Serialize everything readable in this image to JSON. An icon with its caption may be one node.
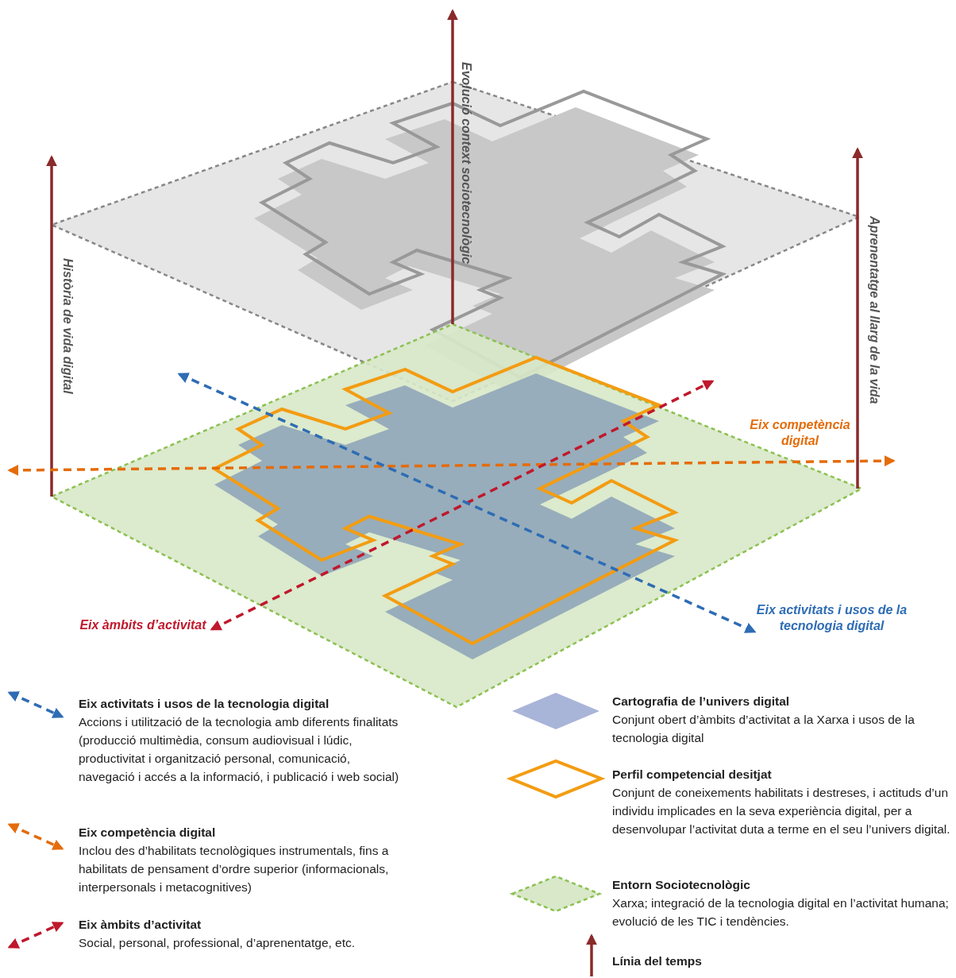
{
  "diagram": {
    "labels": [
      "Evolució context sociotecnològic",
      "Història de vida digital",
      "Aprenentatge al llarg de la vida",
      "Eix competència digital",
      "Eix àmbits d’activitat",
      "Eix activitats i usos de la tecnologia digital",
      "Accions i utilització de la tecnologia amb diferents finalitats (producció multimèdia, consum audiovisual i lúdic, productivitat i organització personal, comunicació, navegació i accés a la informació, i publicació i web social)",
      "Inclou des d’habilitats tecnològiques instrumentals, fins a habilitats de pensament d’ordre superior (informacionals, interpersonals i metacognitives)",
      "Social, personal, professional, d’aprenentatge, etc.",
      "Conjunt obert d’àmbits d’activitat a la Xarxa i usos de la tecnologia digital",
      "Conjunt de coneixements habilitats i destreses, i actituds d’un individu implicades en la seva experiència digital, per a desenvolupar l’activitat duta a terme en el seu l’univers digital.",
      "Xarxa; integració de la tecnologia digital en l’activitat humana; evolució de les TIC i tendències."
    ],
    "legend": [
      {
        "text": "Eix activitats i usos de la tecnologia digital"
      },
      {
        "text": "Eix competència digital"
      },
      {
        "text": "Eix àmbits d’activitat"
      },
      {
        "text": "Cartografia de l’univers digital",
        "color": "#a9b4d9"
      },
      {
        "text": "Perfil competencial desitjat"
      },
      {
        "text": "Entorn Sociotecnològic"
      },
      {
        "text": "Línia del temps"
      }
    ]
  }
}
